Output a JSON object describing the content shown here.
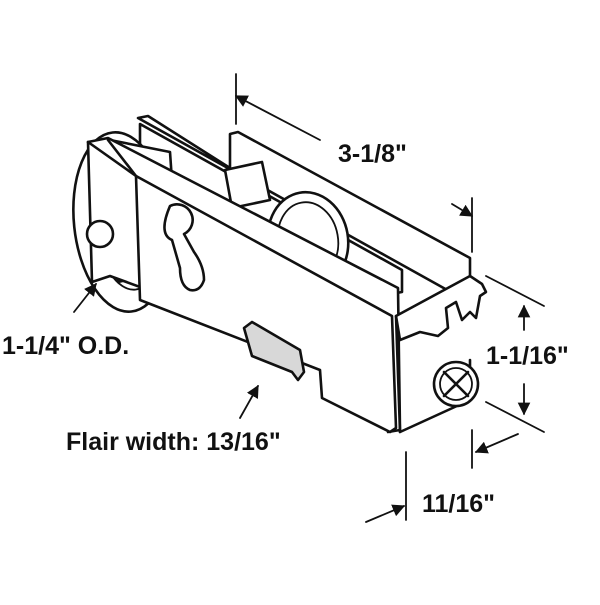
{
  "diagram": {
    "subject": "sliding door roller assembly",
    "dimensions": {
      "length": "3-1/8\"",
      "height": "1-1/16\"",
      "width": "11/16\"",
      "wheel_od": "1-1/4\" O.D.",
      "flair_width": "Flair width: 13/16\""
    },
    "colors": {
      "line": "#111111",
      "background": "#ffffff",
      "shade": "#d8d8d8"
    }
  }
}
